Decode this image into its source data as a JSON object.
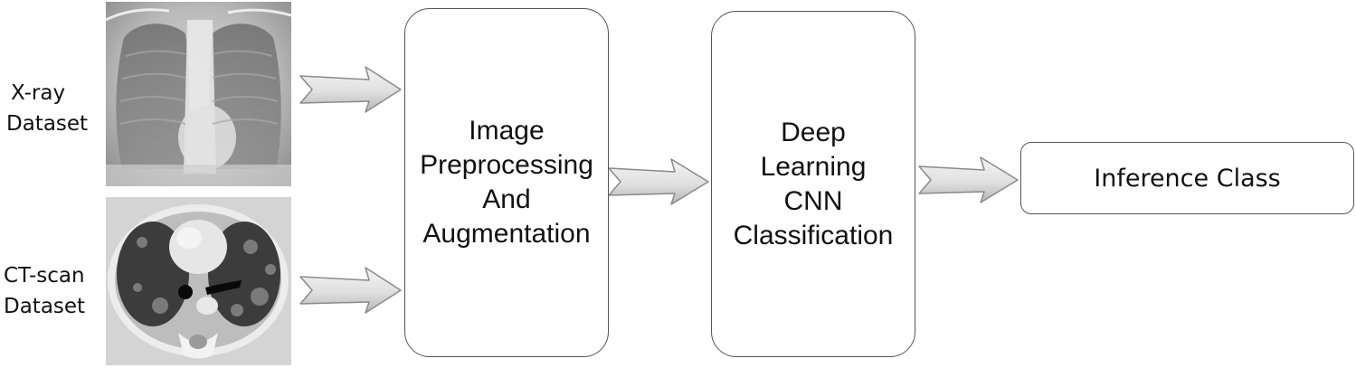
{
  "inputs": {
    "xray_label": [
      "X-ray",
      "Dataset"
    ],
    "ct_label": [
      "CT-scan",
      "Dataset"
    ]
  },
  "stages": {
    "preprocessing": [
      "Image",
      "Preprocessing",
      "And",
      "Augmentation"
    ],
    "classification": [
      "Deep",
      "Learning",
      "CNN",
      "Classification"
    ]
  },
  "output": {
    "label": "Inference Class"
  },
  "colors": {
    "arrow_fill_light": "#f2f2f2",
    "arrow_fill_dark": "#b8b8b8",
    "arrow_stroke": "#8a8a8a",
    "box_border": "#555555"
  }
}
